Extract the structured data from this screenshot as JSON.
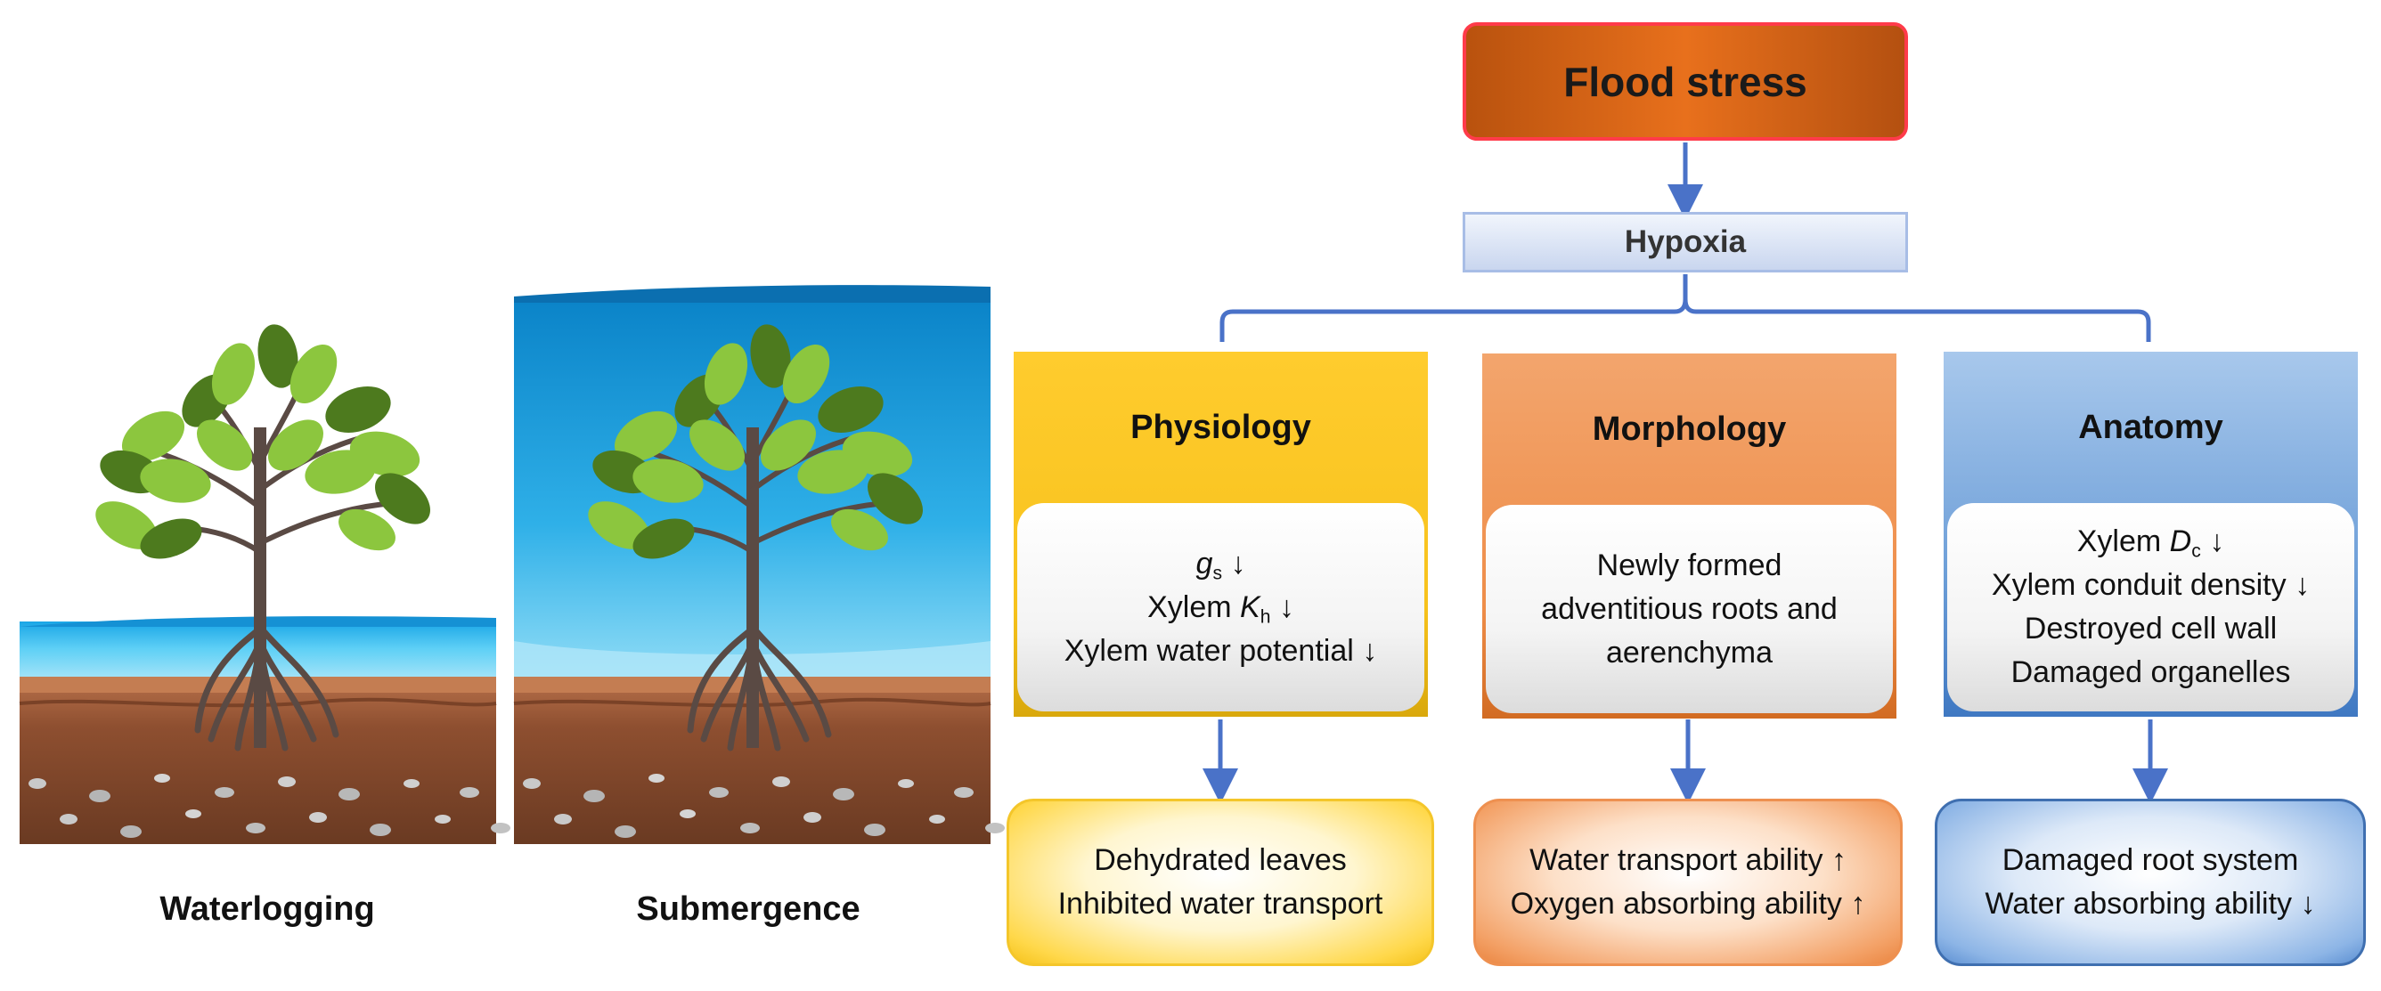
{
  "illustrations": {
    "waterlogging": {
      "caption": "Waterlogging"
    },
    "submergence": {
      "caption": "Submergence"
    }
  },
  "diagram": {
    "root": "Flood stress",
    "mechanism": "Hypoxia",
    "branches": [
      {
        "title": "Physiology",
        "effects": {
          "gs_symbol": "g",
          "gs_sub": "s",
          "gs_arrow": "↓",
          "kh_prefix": "Xylem ",
          "kh_symbol": "K",
          "kh_sub": "h",
          "kh_arrow": "↓",
          "line3": "Xylem water potential ↓"
        },
        "outcome": [
          "Dehydrated leaves",
          "Inhibited water transport"
        ]
      },
      {
        "title": "Morphology",
        "effects": [
          "Newly formed",
          "adventitious roots and",
          "aerenchyma"
        ],
        "outcome": [
          "Water transport ability ↑",
          "Oxygen absorbing ability ↑"
        ]
      },
      {
        "title": "Anatomy",
        "effects": {
          "dc_prefix": "Xylem ",
          "dc_symbol": "D",
          "dc_sub": "c",
          "dc_arrow": "↓",
          "line2": "Xylem conduit density ↓",
          "line3": "Destroyed cell wall",
          "line4": "Damaged organelles"
        },
        "outcome": [
          "Damaged root system",
          "Water absorbing ability ↓"
        ]
      }
    ]
  },
  "colors": {
    "connector": "#4a72c8",
    "trunk": "#5a4a44",
    "leaf_light": "#8cc63e",
    "leaf_dark": "#4d7a1e",
    "soil": "#9c5a3a",
    "water": "#33b8f0",
    "sky_water": "#0f8fd0"
  }
}
